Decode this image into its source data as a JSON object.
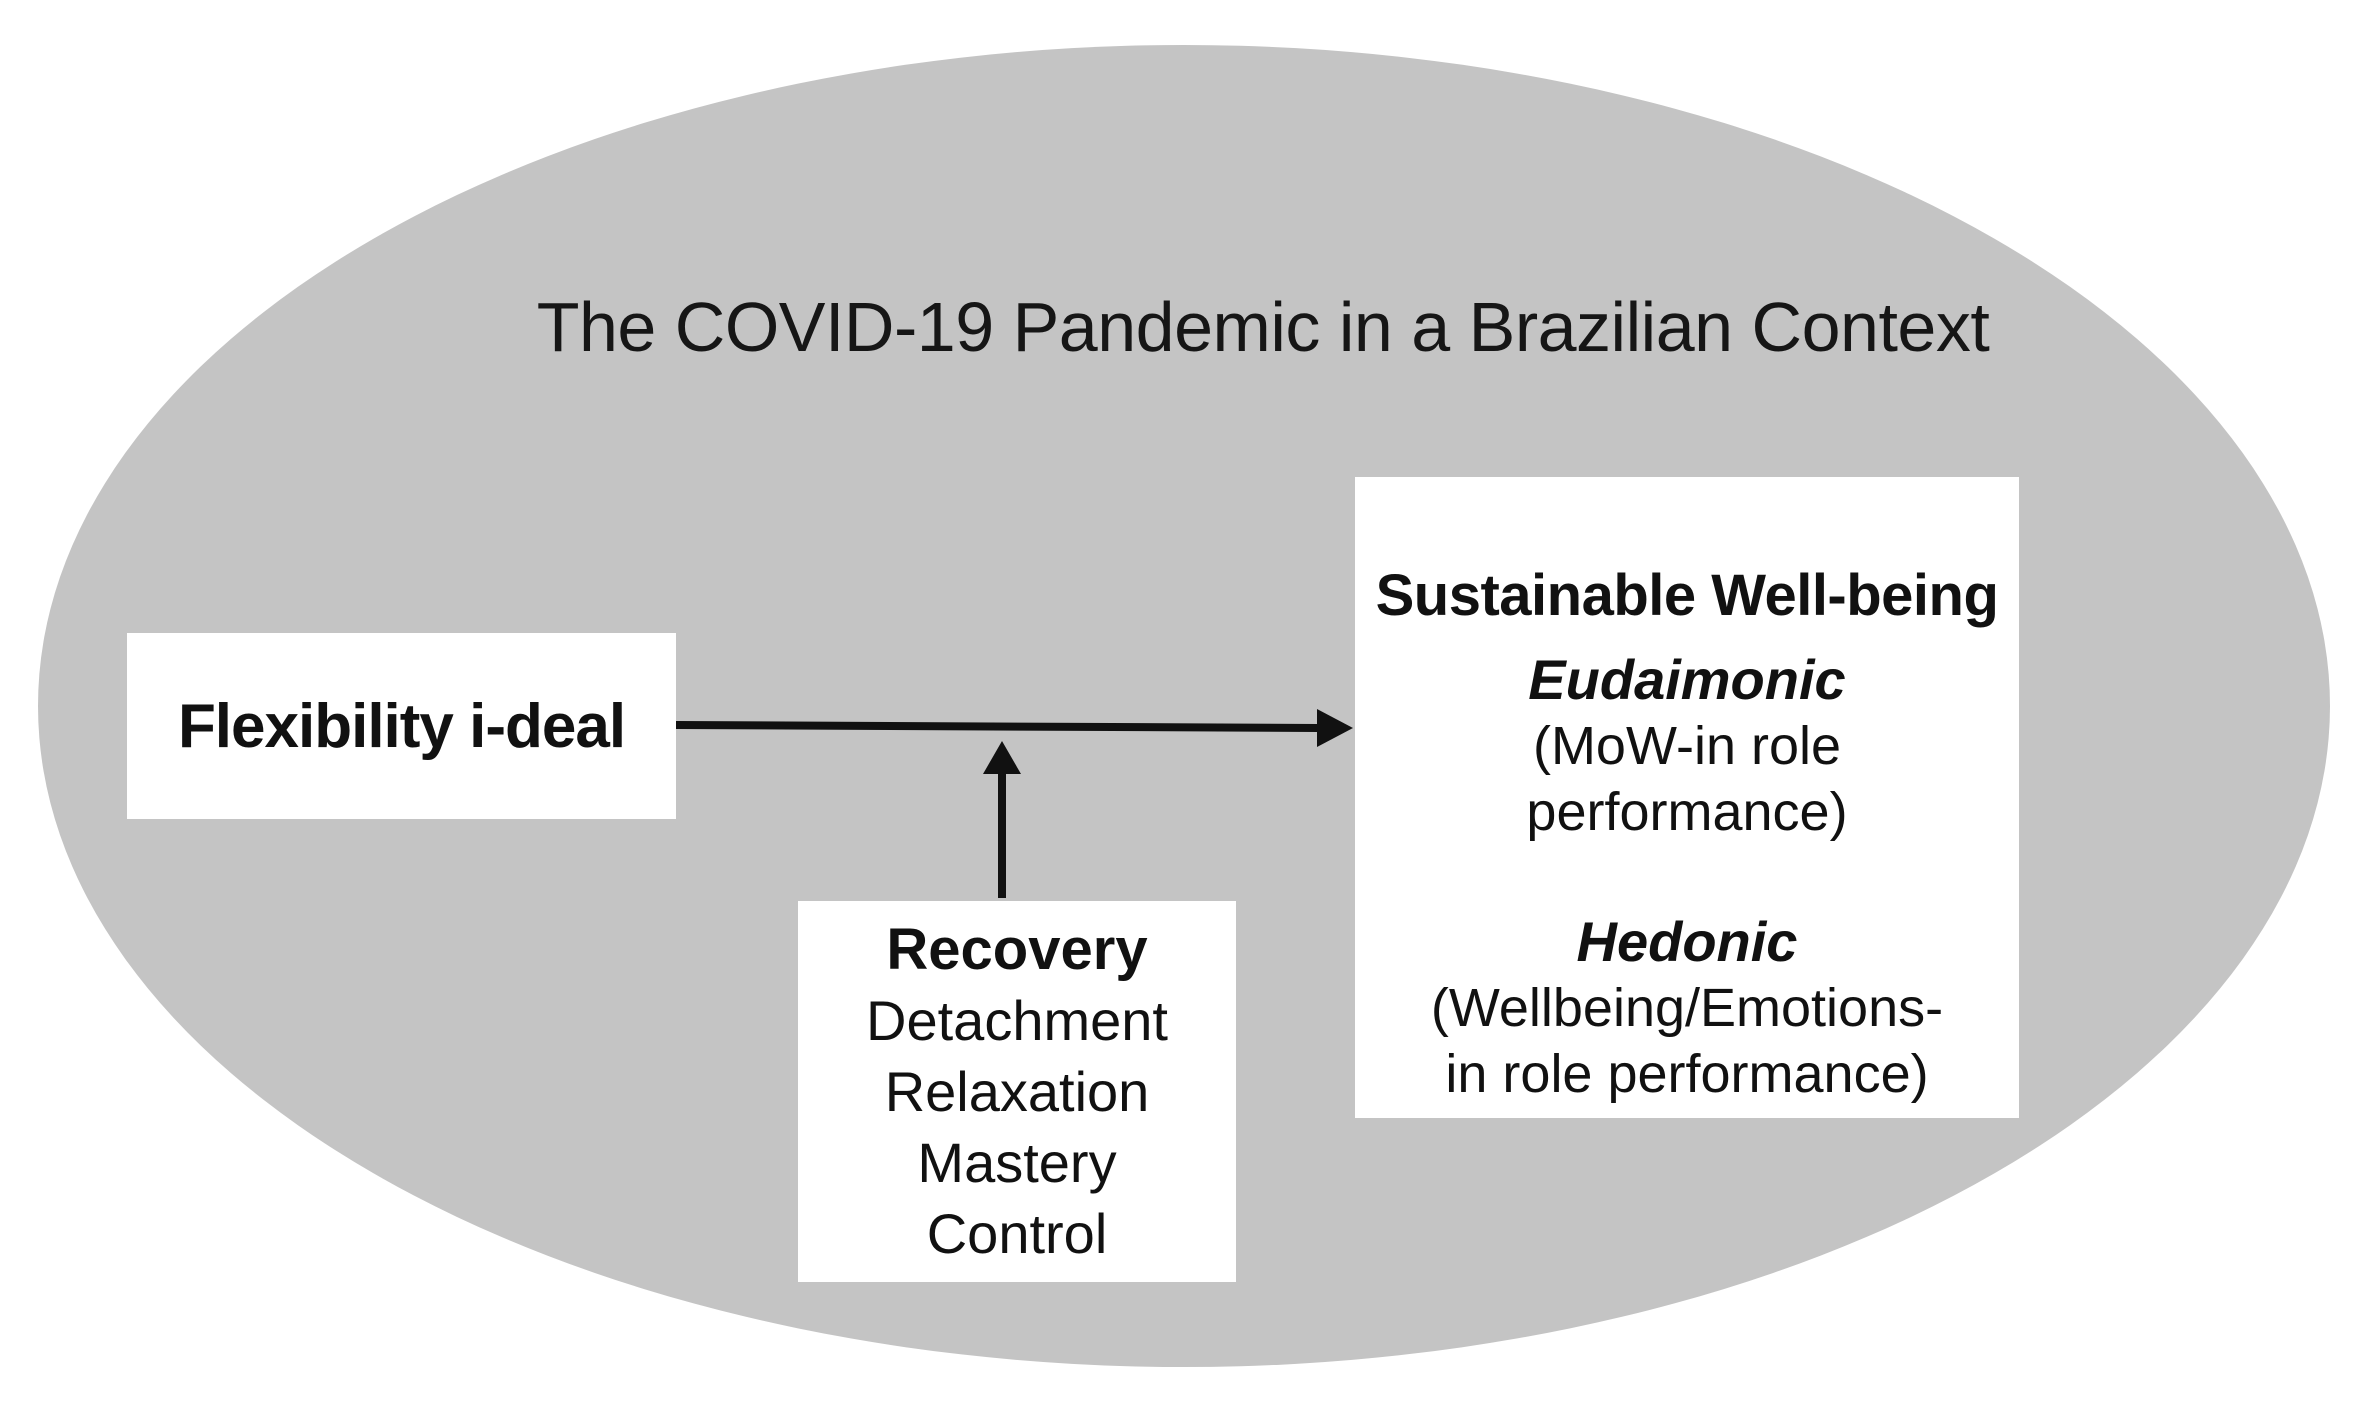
{
  "figure": {
    "context_label": "The COVID-19 Pandemic in a Brazilian Context",
    "colors": {
      "ellipse_fill": "#c4c4c4",
      "box_fill": "#ffffff",
      "text": "#111111",
      "arrow": "#111111"
    },
    "nodes": {
      "flexibility": {
        "label": "Flexibility i-deal"
      },
      "recovery": {
        "title": "Recovery",
        "items": [
          "Detachment",
          "Relaxation",
          "Mastery",
          "Control"
        ]
      },
      "wellbeing": {
        "title": "Sustainable Well-being",
        "sections": [
          {
            "heading": "Eudaimonic",
            "lines": [
              "(MoW-in role",
              "performance)"
            ]
          },
          {
            "heading": "Hedonic",
            "lines": [
              "(Wellbeing/Emotions-",
              "in role performance)"
            ]
          }
        ]
      }
    },
    "edges": [
      {
        "from": "flexibility-ideal",
        "to": "sustainable-well-being",
        "type": "direct-effect-arrow"
      },
      {
        "from": "recovery",
        "to": "flexibility-to-wellbeing-arrow",
        "type": "moderation-arrow"
      }
    ]
  }
}
